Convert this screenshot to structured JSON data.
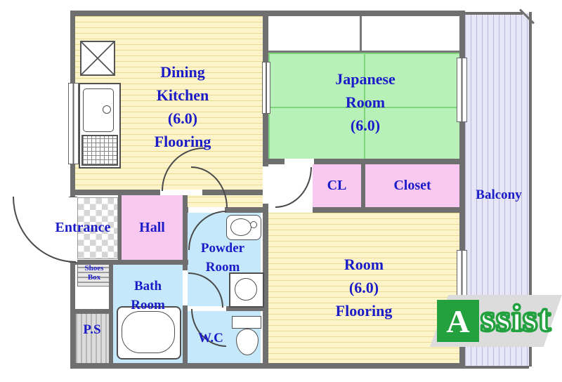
{
  "title": "Apartment Floor Plan",
  "colors": {
    "wall": "#6f6f6f",
    "label_text": "#1b1bc8",
    "flooring_bg": "#fdf5c9",
    "flooring_stripe": "#e9d992",
    "tatami_bg": "#b7f1b7",
    "tatami_line": "#7fd67f",
    "closet_pink": "#f8c8f0",
    "wet_area_blue": "#c5e9fa",
    "balcony_bg": "#e6e6f7",
    "balcony_stripe": "#b9b9de",
    "service_gray": "#dcdcdc",
    "logo_green": "#23a13f"
  },
  "rooms": {
    "dining_kitchen": {
      "lines": [
        "Dining",
        "Kitchen",
        "(6.0)",
        "Flooring"
      ]
    },
    "japanese_room": {
      "lines": [
        "Japanese",
        "Room",
        "(6.0)"
      ]
    },
    "cl": {
      "label": "CL"
    },
    "closet": {
      "label": "Closet"
    },
    "balcony": {
      "label": "Balcony"
    },
    "entrance": {
      "label": "Entrance"
    },
    "hall": {
      "label": "Hall"
    },
    "shoes_box": {
      "lines": [
        "Shoes",
        "Box"
      ]
    },
    "powder_room": {
      "lines": [
        "Powder",
        "Room"
      ]
    },
    "bath_room": {
      "lines": [
        "Bath",
        "Room"
      ]
    },
    "ps": {
      "label": "P.S"
    },
    "wc": {
      "label": "W.C"
    },
    "room": {
      "lines": [
        "Room",
        "(6.0)",
        "Flooring"
      ]
    }
  },
  "fixtures": {
    "icons": [
      "shaft-x-icon",
      "kitchen-sink-icon",
      "gas-stove-icon",
      "wash-basin-icon",
      "washing-machine-icon",
      "bathtub-icon",
      "toilet-icon",
      "door-arc-icon",
      "window-icon"
    ]
  },
  "logo": {
    "initial": "A",
    "rest": "ssist"
  }
}
